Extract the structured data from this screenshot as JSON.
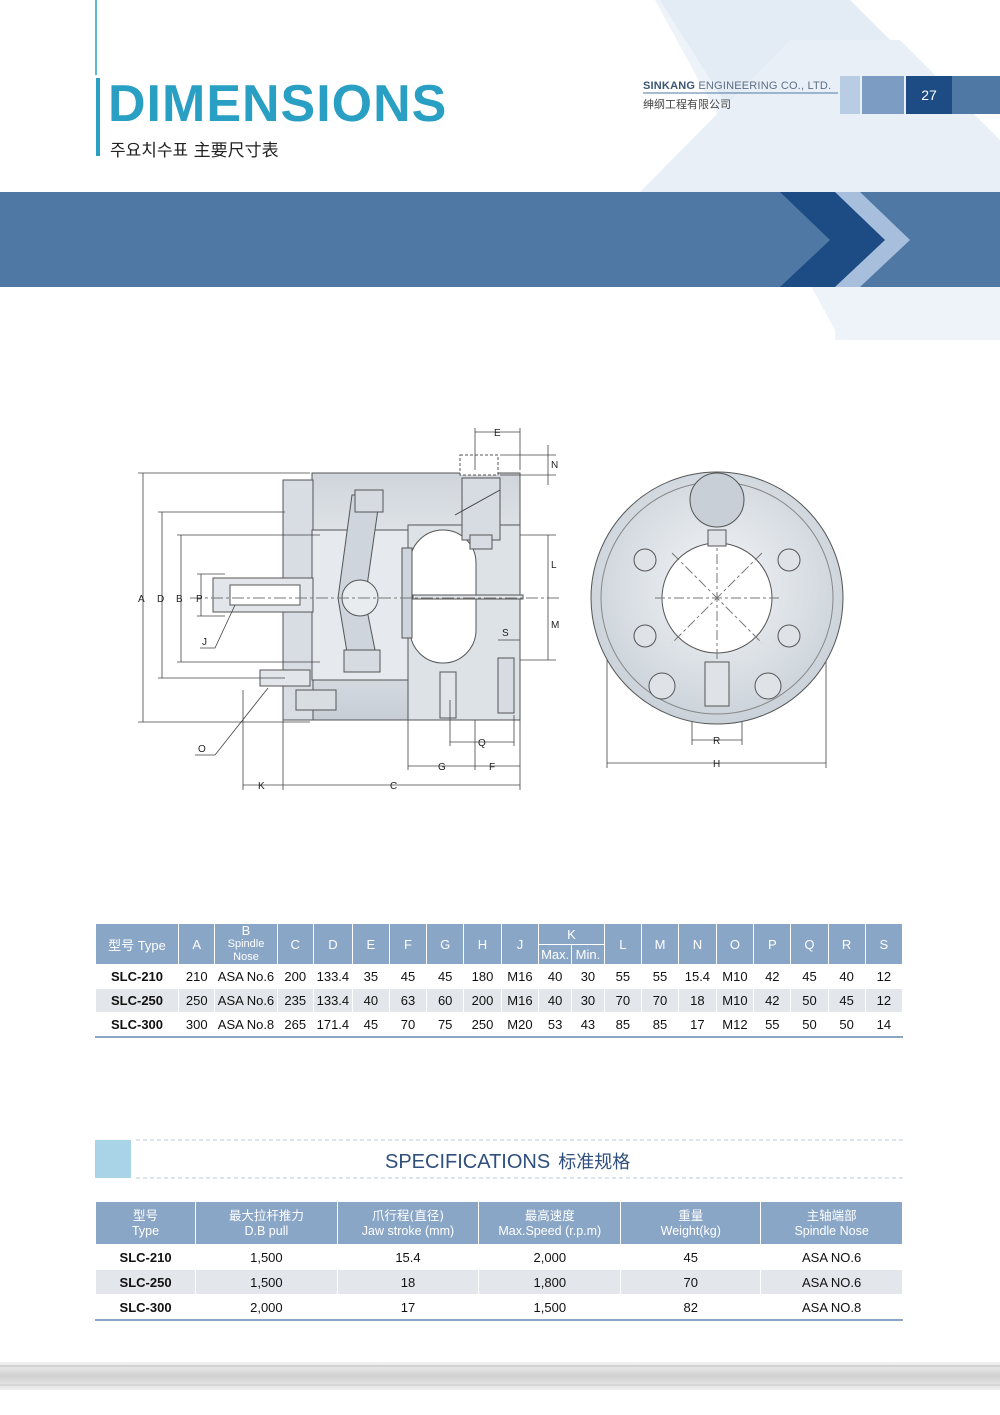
{
  "header": {
    "title": "DIMENSIONS",
    "subtitle": "주요치수표   主要尺寸表",
    "company_bold": "SINKANG",
    "company_rest": " ENGINEERING CO., LTD.",
    "company_cn": "绅纲工程有限公司",
    "page_number": "27"
  },
  "diagram_labels": {
    "A": "A",
    "D": "D",
    "B": "B",
    "P": "P",
    "J": "J",
    "O": "O",
    "K": "K",
    "C": "C",
    "E": "E",
    "N": "N",
    "L": "L",
    "M": "M",
    "S": "S",
    "Q": "Q",
    "G": "G",
    "F": "F",
    "R": "R",
    "H": "H"
  },
  "dimensions_table": {
    "headers": {
      "type": "型号 Type",
      "A": "A",
      "B_top": "B",
      "B_bottom": "Spindle Nose",
      "C": "C",
      "D": "D",
      "E": "E",
      "F": "F",
      "G": "G",
      "H": "H",
      "J": "J",
      "K": "K",
      "K_max": "Max.",
      "K_min": "Min.",
      "L": "L",
      "M": "M",
      "N": "N",
      "O": "O",
      "P": "P",
      "Q": "Q",
      "R": "R",
      "S": "S"
    },
    "rows": [
      [
        "SLC-210",
        "210",
        "ASA No.6",
        "200",
        "133.4",
        "35",
        "45",
        "45",
        "180",
        "M16",
        "40",
        "30",
        "55",
        "55",
        "15.4",
        "M10",
        "42",
        "45",
        "40",
        "12"
      ],
      [
        "SLC-250",
        "250",
        "ASA No.6",
        "235",
        "133.4",
        "40",
        "63",
        "60",
        "200",
        "M16",
        "40",
        "30",
        "70",
        "70",
        "18",
        "M10",
        "42",
        "50",
        "45",
        "12"
      ],
      [
        "SLC-300",
        "300",
        "ASA No.8",
        "265",
        "171.4",
        "45",
        "70",
        "75",
        "250",
        "M20",
        "53",
        "43",
        "85",
        "85",
        "17",
        "M12",
        "55",
        "50",
        "50",
        "14"
      ]
    ]
  },
  "specifications": {
    "title": "SPECIFICATIONS",
    "title_cn": "标准规格",
    "headers": [
      {
        "cn": "型号",
        "en": "Type"
      },
      {
        "cn": "最大拉杆推力",
        "en": "D.B pull"
      },
      {
        "cn": "爪行程(直径)",
        "en": "Jaw stroke (mm)"
      },
      {
        "cn": "最高速度",
        "en": "Max.Speed (r.p.m)"
      },
      {
        "cn": "重量",
        "en": "Weight(kg)"
      },
      {
        "cn": "主轴端部",
        "en": "Spindle Nose"
      }
    ],
    "rows": [
      [
        "SLC-210",
        "1,500",
        "15.4",
        "2,000",
        "45",
        "ASA NO.6"
      ],
      [
        "SLC-250",
        "1,500",
        "18",
        "1,800",
        "70",
        "ASA NO.6"
      ],
      [
        "SLC-300",
        "2,000",
        "17",
        "1,500",
        "82",
        "ASA NO.8"
      ]
    ]
  },
  "colors": {
    "accent": "#2a9fc4",
    "band": "#4f78a5",
    "table_header": "#8aa6c6",
    "row_alt": "#e3e6ea",
    "dark_blue": "#1d4c84"
  }
}
